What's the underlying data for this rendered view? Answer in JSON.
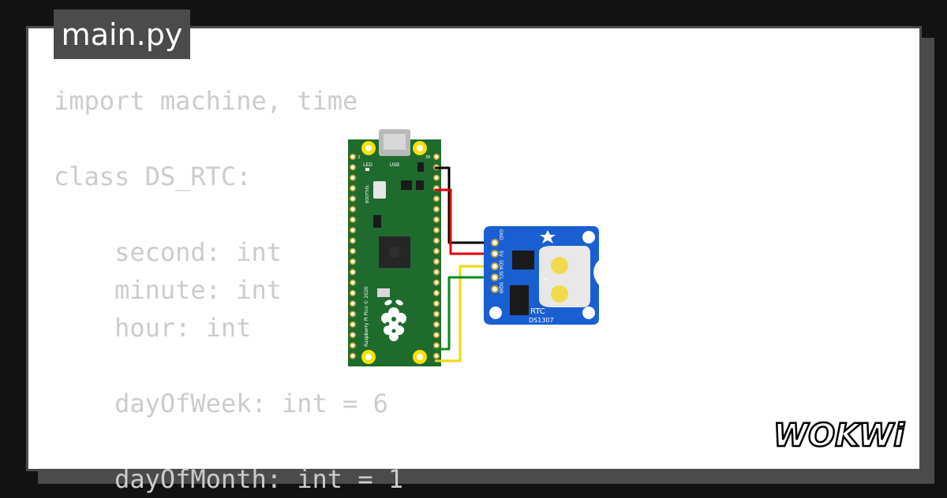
{
  "tab": {
    "filename": "main.py"
  },
  "code_lines": [
    "import machine, time",
    "",
    "class DS_RTC:",
    "",
    "    second: int",
    "    minute: int",
    "    hour: int",
    "",
    "    dayOfWeek: int = 6",
    "",
    "    dayOfMonth: int = 1"
  ],
  "board": {
    "usb_label": "USB",
    "led_label": "LED",
    "pin_2": "2",
    "pin_39": "39",
    "bootsel_label": "BOOTSEL",
    "silkscreen": "Raspberry Pi Pico © 2020"
  },
  "rtc": {
    "pins": [
      "GND",
      "5V",
      "SDA",
      "SCL",
      "SQW"
    ],
    "title": "RTC",
    "chip": "DS1307",
    "plus": "+"
  },
  "logo": {
    "text": "WOKWi"
  },
  "colors": {
    "background": "#121212",
    "frame": "#4b4b4b",
    "code_text": "#cccccc",
    "board_green": "#1f6b2e",
    "rtc_blue": "#1a5fd1",
    "wire_gnd": "#000000",
    "wire_vcc": "#e00000",
    "wire_sda": "#f2d600",
    "wire_scl": "#0b8a17"
  }
}
